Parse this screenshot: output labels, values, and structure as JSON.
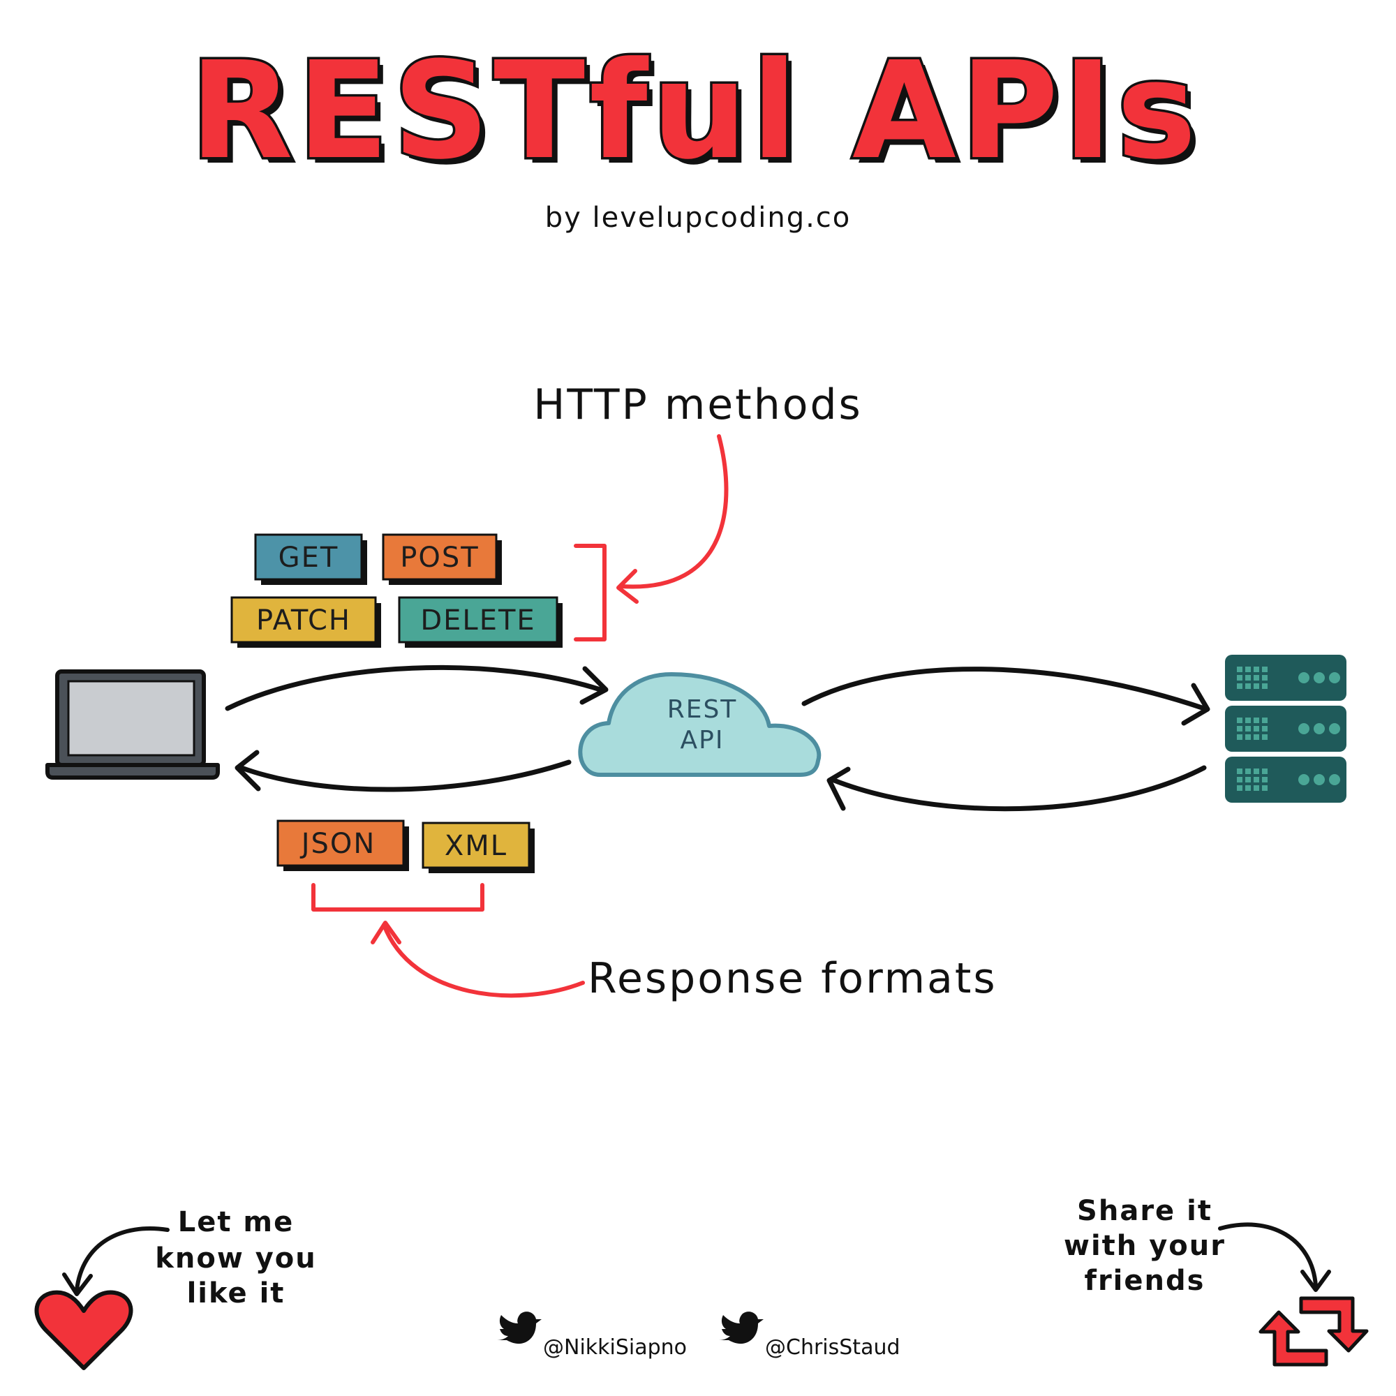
{
  "title": "RESTful APIs",
  "subtitle": "by levelupcoding.co",
  "http_methods_label": "HTTP methods",
  "response_formats_label": "Response formats",
  "methods": [
    {
      "label": "GET",
      "color": "#4d93a8"
    },
    {
      "label": "POST",
      "color": "#e8793a"
    },
    {
      "label": "PATCH",
      "color": "#e0b43d"
    },
    {
      "label": "DELETE",
      "color": "#4aa696"
    }
  ],
  "formats": [
    {
      "label": "JSON",
      "color": "#e8793a"
    },
    {
      "label": "XML",
      "color": "#e0b43d"
    }
  ],
  "cloud": {
    "line1": "REST",
    "line2": "API",
    "color": "#a9dcdc",
    "stroke": "#4d8ea0"
  },
  "footer": {
    "like_line1": "Let me",
    "like_line2": "know you",
    "like_line3": "like it",
    "share_line1": "Share it",
    "share_line2": "with your",
    "share_line3": "friends",
    "handle1": "@NikkiSiapno",
    "handle2": "@ChrisStaud"
  },
  "colors": {
    "accent": "#f2333a",
    "server": "#1f5a5a",
    "laptop_screen": "#c9ccd0",
    "laptop_body": "#4b5158"
  }
}
